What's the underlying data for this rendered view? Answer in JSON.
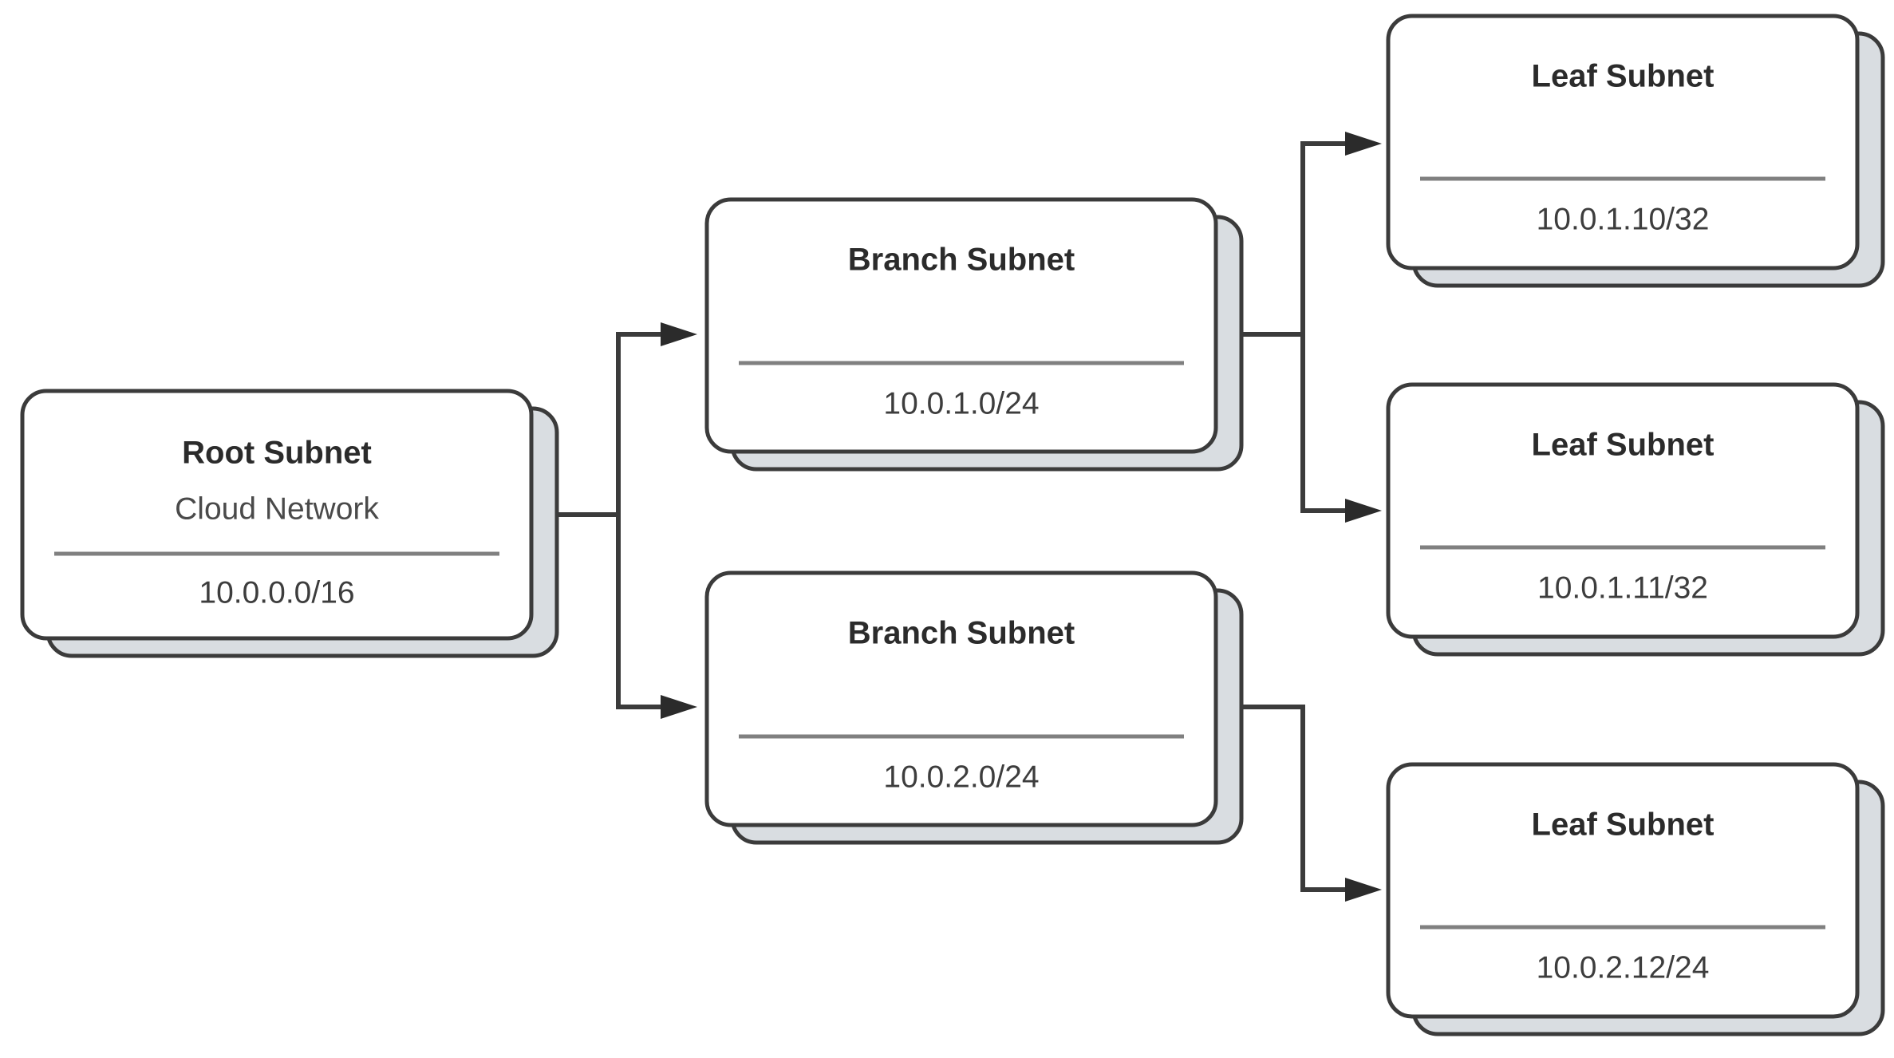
{
  "diagram": {
    "type": "hierarchy-tree",
    "orientation": "left-to-right",
    "background_color": "#ffffff",
    "card_fill": "#ffffff",
    "card_back_fill": "#d9dde1",
    "card_border_color": "#3b3b3b",
    "divider_color": "#808080",
    "connector_color": "#3b3b3b",
    "title_color": "#2b2b2b",
    "subtitle_color": "#4a4a4a",
    "nodes": [
      {
        "id": "root",
        "title": "Root Subnet",
        "subtitle": "Cloud Network",
        "cidr": "10.0.0.0/16",
        "level": "root"
      },
      {
        "id": "branch1",
        "title": "Branch Subnet",
        "subtitle": "",
        "cidr": "10.0.1.0/24",
        "level": "branch"
      },
      {
        "id": "branch2",
        "title": "Branch Subnet",
        "subtitle": "",
        "cidr": "10.0.2.0/24",
        "level": "branch"
      },
      {
        "id": "leaf1",
        "title": "Leaf Subnet",
        "subtitle": "",
        "cidr": "10.0.1.10/32",
        "level": "leaf"
      },
      {
        "id": "leaf2",
        "title": "Leaf Subnet",
        "subtitle": "",
        "cidr": "10.0.1.11/32",
        "level": "leaf"
      },
      {
        "id": "leaf3",
        "title": "Leaf Subnet",
        "subtitle": "",
        "cidr": "10.0.2.12/24",
        "level": "leaf"
      }
    ],
    "edges": [
      {
        "from": "root",
        "to": "branch1"
      },
      {
        "from": "root",
        "to": "branch2"
      },
      {
        "from": "branch1",
        "to": "leaf1"
      },
      {
        "from": "branch1",
        "to": "leaf2"
      },
      {
        "from": "branch2",
        "to": "leaf3"
      }
    ]
  }
}
